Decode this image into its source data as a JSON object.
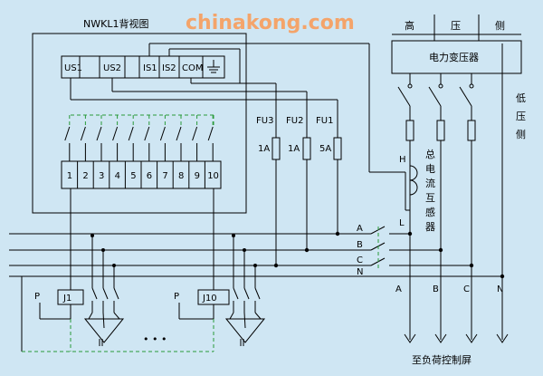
{
  "watermark": "chinakong.com",
  "relay_title": "NWKL1背视图",
  "top_terminals": [
    "US1",
    "US2",
    "IS1",
    "IS2",
    "COM"
  ],
  "bottom_terminals": [
    "1",
    "2",
    "3",
    "4",
    "5",
    "6",
    "7",
    "8",
    "9",
    "10"
  ],
  "fuses": [
    {
      "name": "FU3",
      "rating": "1A"
    },
    {
      "name": "FU2",
      "rating": "1A"
    },
    {
      "name": "FU1",
      "rating": "5A"
    }
  ],
  "hv_chars": [
    "高",
    "压",
    "侧"
  ],
  "transformer_label": "电力变压器",
  "lv_chars": [
    "低",
    "压",
    "侧"
  ],
  "ct_chars": [
    "总",
    "电",
    "流",
    "互",
    "感",
    "器"
  ],
  "ct_h": "H",
  "ct_l": "L",
  "bus_labels": [
    "A",
    "B",
    "C",
    "N"
  ],
  "out_labels": [
    "A",
    "B",
    "C",
    "N"
  ],
  "p_label": "P",
  "cap_labels": [
    "J1",
    "J10"
  ],
  "ellipsis": "• • •",
  "load_label": "至负荷控制屏"
}
